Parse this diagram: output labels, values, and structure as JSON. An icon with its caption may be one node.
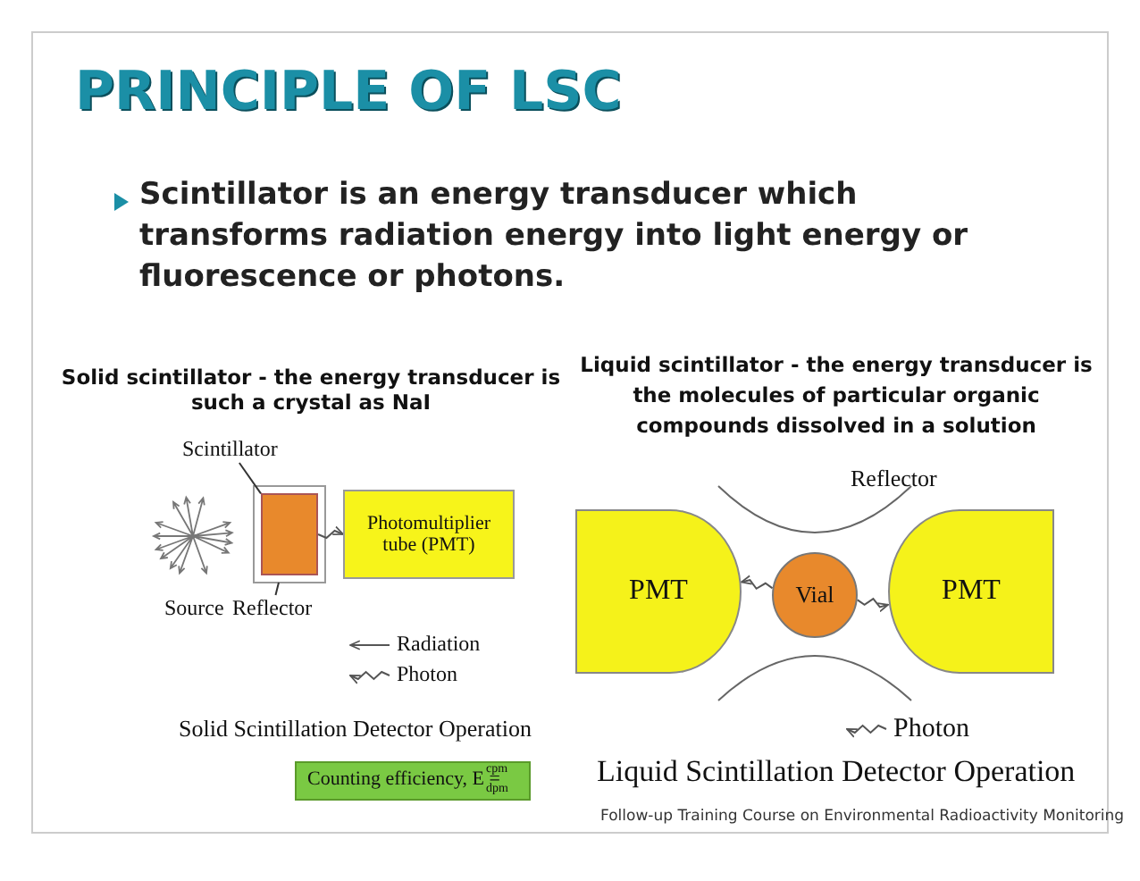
{
  "diagram": {
    "title": "PRINCIPLE OF LSC",
    "caption": "Follow-up Training Course on Environmental Radioactivity Monitoring",
    "nodes": [
      {
        "text": [
          "Scintillator"
        ]
      },
      {
        "text": [],
        "shape": "box"
      },
      {
        "text": [
          "Photomultiplier tube (PMT)"
        ]
      },
      {
        "text": [
          "Reflector"
        ]
      },
      {
        "text": [
          "PMT"
        ]
      },
      {
        "text": [
          "Vial"
        ]
      },
      {
        "text": [
          "PMT"
        ]
      }
    ],
    "edges": [
      {
        "from": 0,
        "to": 1,
        "arrow": "none"
      },
      {
        "from": 3,
        "to": null,
        "arrow": "none"
      },
      {
        "from": 1,
        "to": 2,
        "arrow": "to"
      },
      {
        "from": 5,
        "to": 4,
        "arrow": "to"
      },
      {
        "from": 5,
        "to": 6,
        "arrow": "to"
      }
    ],
    "labels": [
      "Scintillator is an energy transducer which transforms radiation energy into light energy or fluorescence or photons.",
      "Solid scintillator - the energy transducer is such a crystal as NaI",
      "Liquid scintillator - the energy transducer is the molecules of particular organic compounds dissolved in a solution",
      "Source",
      "Reflector",
      "Solid Scintillation Detector Operation",
      "Counting efficiency, E =",
      "cpm",
      "dpm",
      "Liquid Scintillation Detector Operation"
    ],
    "legend": [
      {
        "text": "Radiation"
      },
      {
        "text": "Photon"
      },
      {
        "text": "Photon"
      }
    ]
  }
}
